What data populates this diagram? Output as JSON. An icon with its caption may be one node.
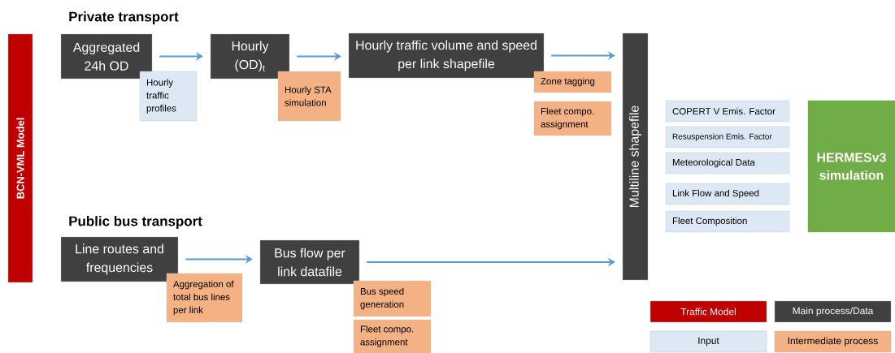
{
  "diagram": {
    "nodes": [
      {
        "text": [
          "BCN-VML Model"
        ]
      },
      {
        "text": [
          "Aggregated 24h OD"
        ]
      },
      {
        "text": [
          "Hourly traffic profiles"
        ]
      },
      {
        "text": [
          "Hourly (OD)$_{t}$"
        ]
      },
      {
        "text": [
          "Hourly STA simulation"
        ]
      },
      {
        "text": [
          "Hourly traffic volume and speed per link shapefile"
        ]
      },
      {
        "text": [
          "Zone tagging"
        ]
      },
      {
        "text": [
          "Fleet compo. assignment"
        ]
      },
      {
        "text": [
          "Multiline shapefile"
        ]
      },
      {
        "text": [
          "COPERT V Emis. Factor"
        ]
      },
      {
        "text": [
          "Resuspension Emis. Factor"
        ]
      },
      {
        "text": [
          "Meteorological Data"
        ]
      },
      {
        "text": [
          "Link Flow and Speed"
        ]
      },
      {
        "text": [
          "Fleet Composition"
        ]
      },
      {
        "text": [
          "HERMESv3 simulation"
        ]
      },
      {
        "text": [
          "Line routes and frequencies"
        ]
      },
      {
        "text": [
          "Aggregation of total bus lines per link"
        ]
      },
      {
        "text": [
          "Bus flow per link datafile"
        ]
      },
      {
        "text": [
          "Bus speed generation"
        ]
      },
      {
        "text": [
          "Fleet compo. assignment"
        ]
      }
    ],
    "edges": [
      {
        "from": 1,
        "to": 3,
        "arrow": "to"
      },
      {
        "from": 3,
        "to": 5,
        "arrow": "to"
      },
      {
        "from": 5,
        "to": 8,
        "arrow": "to"
      },
      {
        "from": 15,
        "to": 17,
        "arrow": "to"
      },
      {
        "from": 17,
        "to": 8,
        "arrow": "to"
      }
    ],
    "labels": [
      "Private transport",
      "Public bus transport"
    ],
    "legend": [
      {
        "text": "Traffic Model",
        "color": "#c00000"
      },
      {
        "text": "Main process/Data",
        "color": "#404040"
      },
      {
        "text": "Input",
        "color": "#dde8f5"
      },
      {
        "text": "Intermediate process",
        "color": "#f4b183"
      }
    ]
  }
}
